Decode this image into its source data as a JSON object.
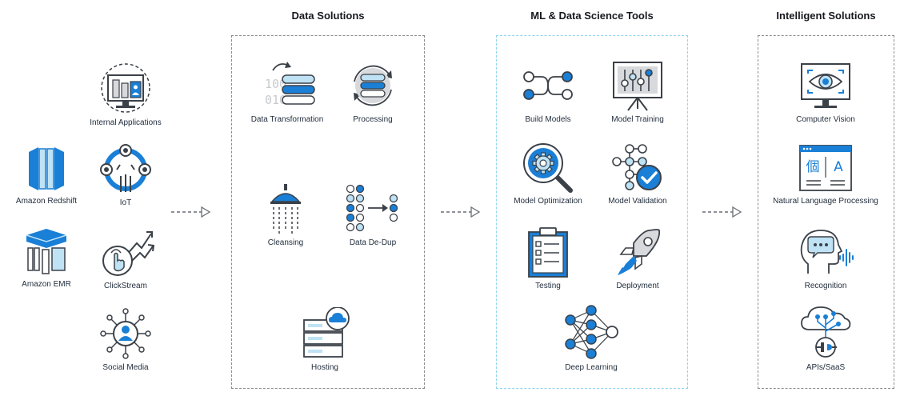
{
  "colors": {
    "blue": "#1a7fd6",
    "light_blue": "#bfe2f4",
    "dark": "#3b4148",
    "gray": "#d7d9dc",
    "panel_border": "#8c8c8c",
    "ml_border": "#8fd3ee"
  },
  "sources": {
    "internal_apps": "Internal Applications",
    "redshift": "Amazon Redshift",
    "iot": "IoT",
    "emr": "Amazon EMR",
    "clickstream": "ClickStream",
    "social": "Social Media"
  },
  "data_solutions": {
    "title": "Data Solutions",
    "transformation": "Data Transformation",
    "processing": "Processing",
    "cleansing": "Cleansing",
    "dedup": "Data De-Dup",
    "hosting": "Hosting"
  },
  "ml_tools": {
    "title": "ML & Data Science Tools",
    "build_models": "Build Models",
    "model_training": "Model Training",
    "model_optimization": "Model Optimization",
    "model_validation": "Model Validation",
    "testing": "Testing",
    "deployment": "Deployment",
    "deep_learning": "Deep Learning"
  },
  "intelligent": {
    "title": "Intelligent Solutions",
    "computer_vision": "Computer Vision",
    "nlp": "Natural Language Processing",
    "recognition": "Recognition",
    "apis": "APIs/SaaS"
  },
  "glyphs": {
    "binary_top": "100",
    "binary_bottom": "010",
    "nlp_left": "個",
    "nlp_right": "A"
  }
}
